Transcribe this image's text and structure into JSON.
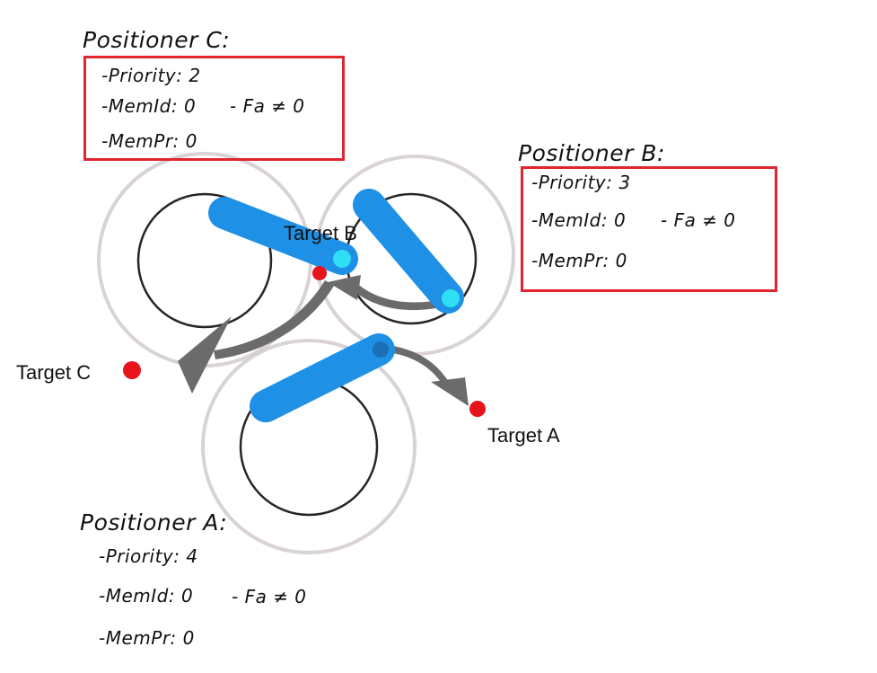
{
  "positioners": [
    {
      "id": "A",
      "title": "Positioner A:",
      "priority": "-Priority: 4",
      "memid": "-MemId: 0",
      "fa": "- Fa ≠ 0",
      "mempr": "-MemPr: 0",
      "highlighted": false
    },
    {
      "id": "B",
      "title": "Positioner B:",
      "priority": "-Priority: 3",
      "memid": "-MemId: 0",
      "fa": "- Fa ≠ 0",
      "mempr": "-MemPr: 0",
      "highlighted": true
    },
    {
      "id": "C",
      "title": "Positioner C:",
      "priority": "-Priority: 2",
      "memid": "-MemId: 0",
      "fa": "- Fa ≠ 0",
      "mempr": "-MemPr: 0",
      "highlighted": true
    }
  ],
  "targets": {
    "a": "Target A",
    "b": "Target B",
    "c": "Target C"
  },
  "colors": {
    "arm": "#1e90e6",
    "arm_tip": "#2fe0f5",
    "target": "#e8141c",
    "arrow": "#6b6b6b",
    "highlight_box": "#e0262e",
    "patrol_circle": "#cfc6cc",
    "inner_circle": "#2a2424"
  }
}
